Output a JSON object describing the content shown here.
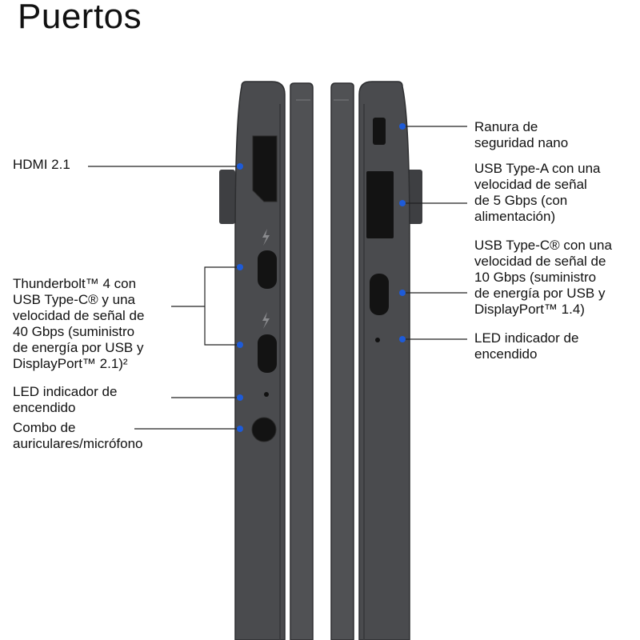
{
  "title": "Puertos",
  "colors": {
    "callout_dot": "#1e5bd8",
    "device_body": "#4a4b4e",
    "device_edge": "#2d2e30",
    "port": "#111111"
  },
  "left_side": {
    "callouts": [
      {
        "lines": [
          "HDMI 2.1"
        ]
      },
      {
        "lines": [
          "Thunderbolt™ 4 con",
          "USB Type-C® y una",
          "velocidad de señal de",
          "40 Gbps (suministro",
          "de energía por USB y",
          "DisplayPort™ 2.1)²"
        ]
      },
      {
        "lines": [
          "LED indicador de",
          "encendido"
        ]
      },
      {
        "lines": [
          "Combo de",
          "auriculares/micrófono"
        ]
      }
    ],
    "port_icons": [
      "thunderbolt-icon",
      "thunderbolt-icon"
    ]
  },
  "right_side": {
    "callouts": [
      {
        "lines": [
          "Ranura de",
          "seguridad nano"
        ]
      },
      {
        "lines": [
          "USB Type-A con una",
          "velocidad de señal",
          "de 5 Gbps (con",
          "alimentación)"
        ]
      },
      {
        "lines": [
          "USB Type-C® con una",
          "velocidad de señal de",
          "10 Gbps (suministro",
          "de energía por USB y",
          "DisplayPort™ 1.4)"
        ]
      },
      {
        "lines": [
          "LED indicador de",
          "encendido"
        ]
      }
    ]
  }
}
